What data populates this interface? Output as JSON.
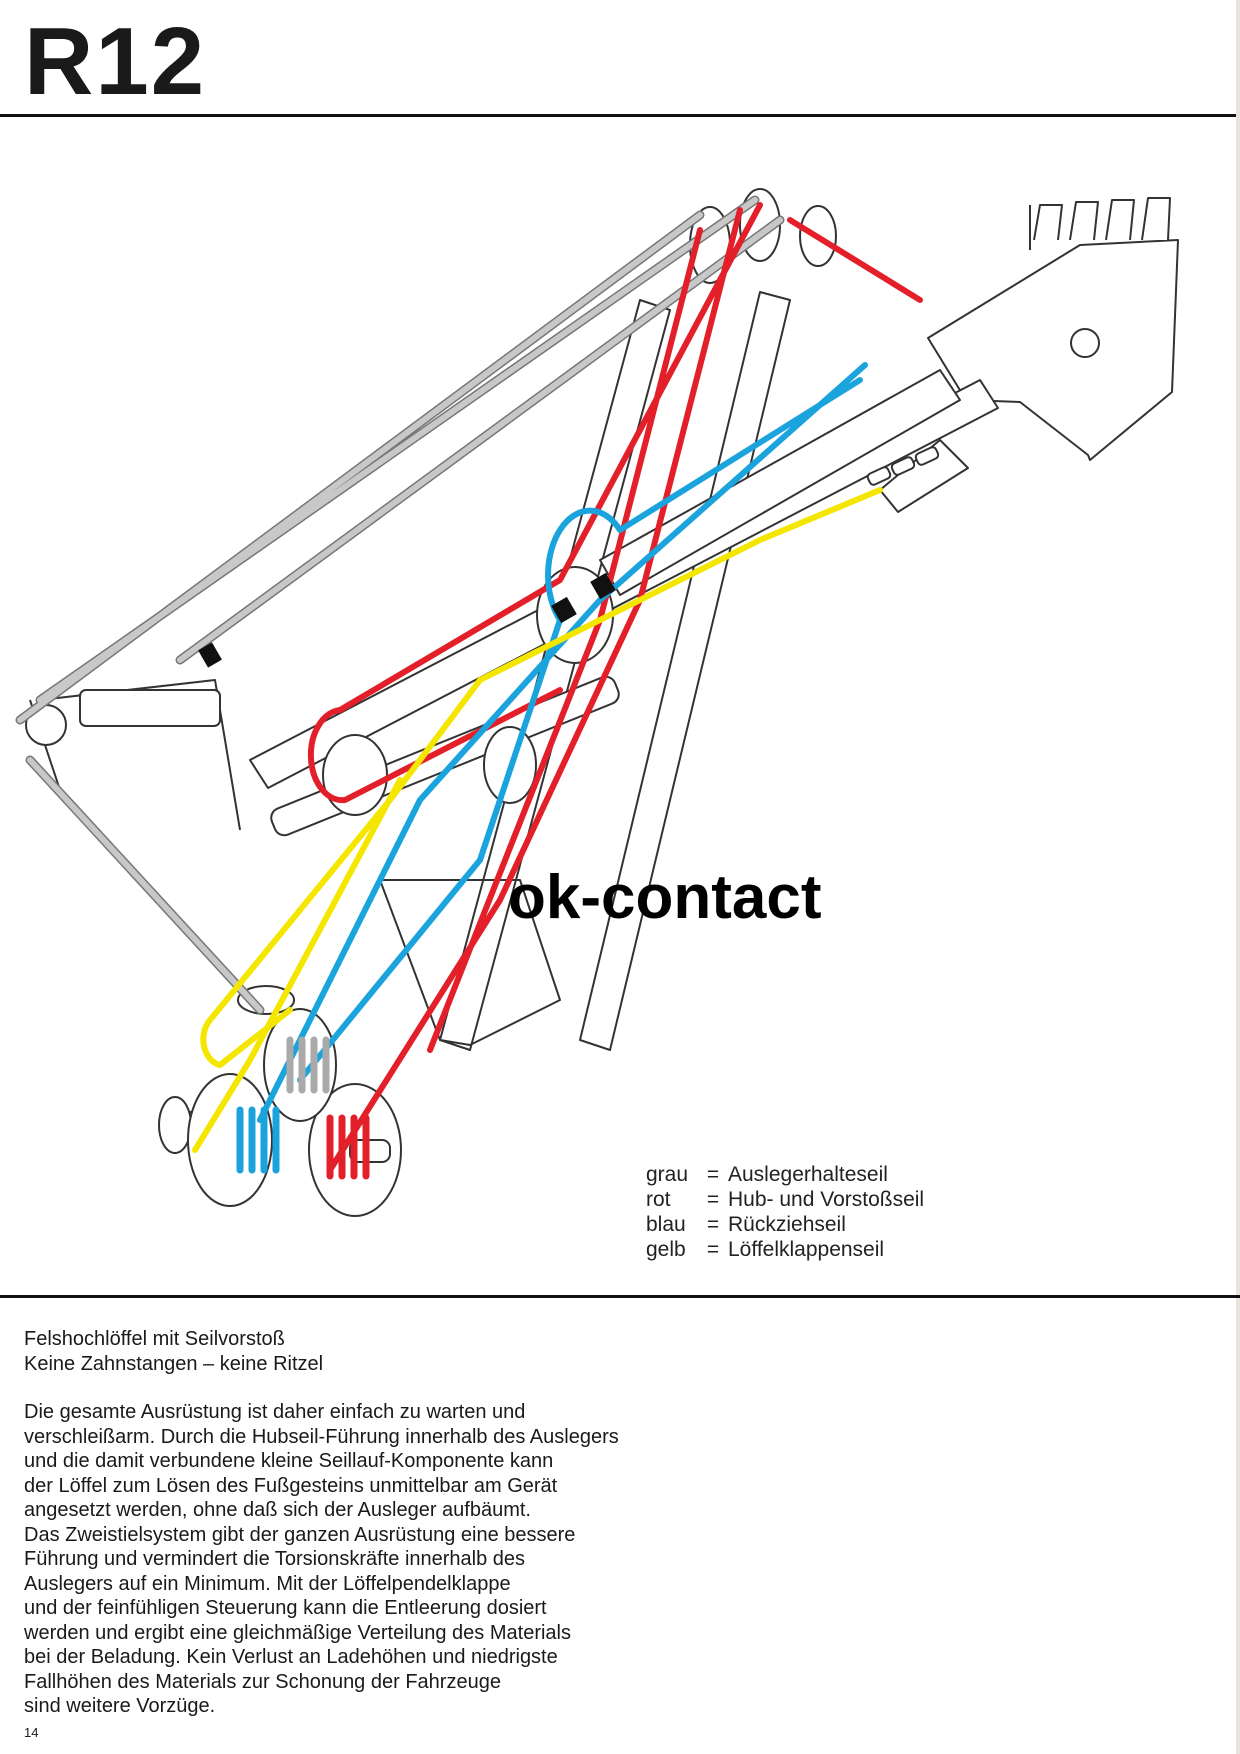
{
  "header": {
    "title": "R12"
  },
  "watermark": "ok-contact",
  "legend": [
    {
      "key": "grau",
      "sep": "=",
      "label": "Auslegerhalteseil",
      "color": "#b9b9b9"
    },
    {
      "key": "rot",
      "sep": "=",
      "label": "Hub- und Vorstoßseil",
      "color": "#e3202a"
    },
    {
      "key": "blau",
      "sep": "=",
      "label": "Rückziehseil",
      "color": "#1aa3dc"
    },
    {
      "key": "gelb",
      "sep": "=",
      "label": "Löffelklappenseil",
      "color": "#f5e600"
    }
  ],
  "subtitle": [
    "Felshochlöffel mit Seilvorstoß",
    "Keine Zahnstangen – keine Ritzel"
  ],
  "body": [
    "Die gesamte Ausrüstung ist daher einfach zu warten und",
    "verschleißarm. Durch die Hubseil-Führung innerhalb des Auslegers",
    "und die damit verbundene kleine Seillauf-Komponente kann",
    "der Löffel zum Lösen des Fußgesteins unmittelbar am Gerät",
    "angesetzt werden, ohne daß sich der Ausleger aufbäumt.",
    "Das Zweistielsystem gibt der ganzen Ausrüstung eine bessere",
    "Führung und vermindert die Torsionskräfte innerhalb des",
    "Auslegers auf ein Minimum. Mit der Löffelpendelklappe",
    "und der feinfühligen Steuerung kann die Entleerung dosiert",
    "werden und ergibt eine gleichmäßige Verteilung des Materials",
    "bei der Beladung. Kein Verlust an Ladehöhen und niedrigste",
    "Fallhöhen des Materials zur Schonung der Fahrzeuge",
    "sind weitere Vorzüge."
  ],
  "page_number": "14"
}
